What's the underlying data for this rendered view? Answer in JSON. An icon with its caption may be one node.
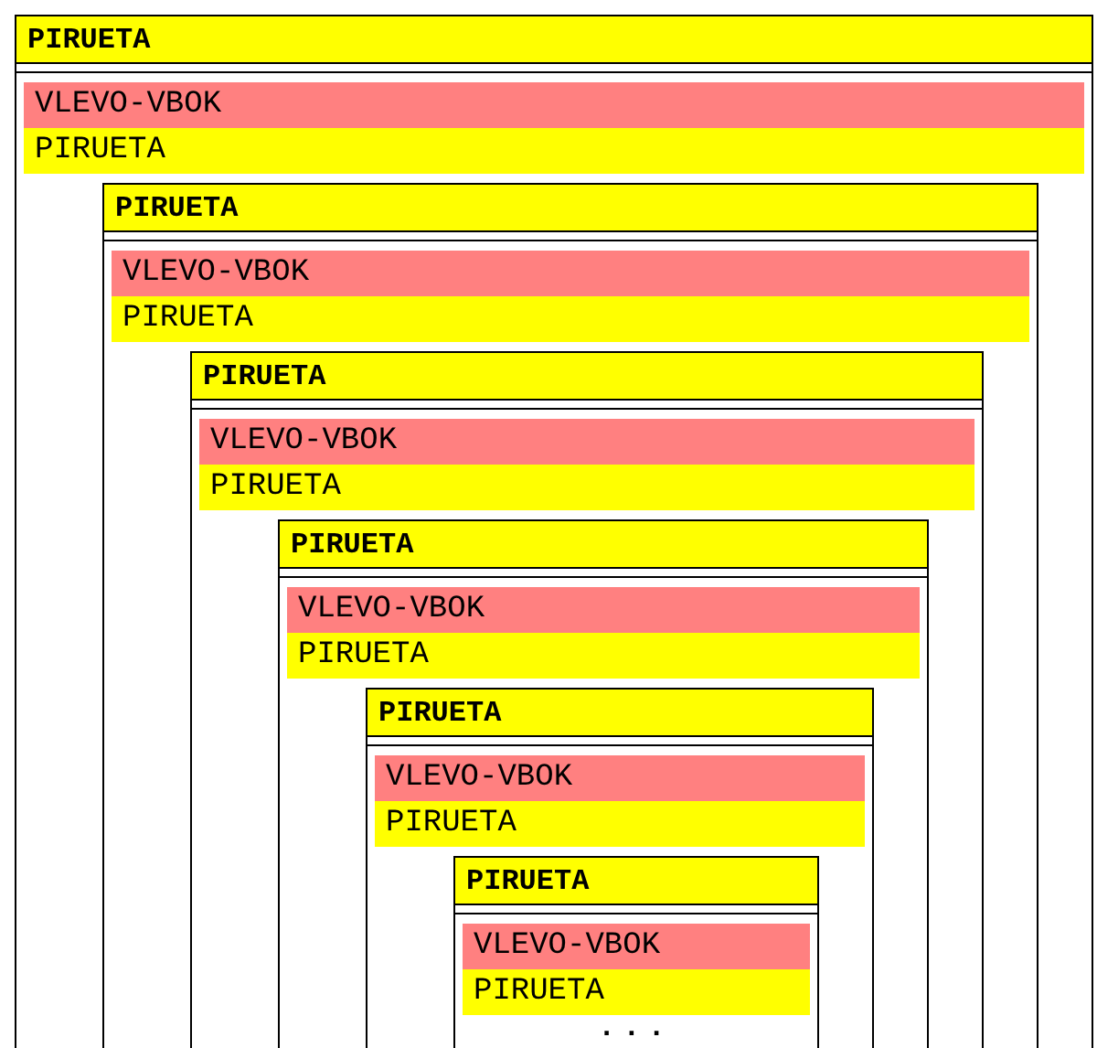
{
  "diagram": {
    "nodes": [
      {
        "text": [
          "PIRUETA"
        ]
      },
      {
        "text": [
          "VLEVO-VBOK"
        ],
        "in": 0
      },
      {
        "text": [
          "PIRUETA"
        ],
        "in": 0
      },
      {
        "text": [
          "PIRUETA"
        ],
        "in": 0
      },
      {
        "text": [
          "VLEVO-VBOK"
        ],
        "in": 3
      },
      {
        "text": [
          "PIRUETA"
        ],
        "in": 3
      },
      {
        "text": [
          "PIRUETA"
        ],
        "in": 3
      },
      {
        "text": [
          "VLEVO-VBOK"
        ],
        "in": 6
      },
      {
        "text": [
          "PIRUETA"
        ],
        "in": 6
      },
      {
        "text": [
          "PIRUETA"
        ],
        "in": 6
      },
      {
        "text": [
          "VLEVO-VBOK"
        ],
        "in": 9
      },
      {
        "text": [
          "PIRUETA"
        ],
        "in": 9
      },
      {
        "text": [
          "PIRUETA"
        ],
        "in": 9
      },
      {
        "text": [
          "VLEVO-VBOK"
        ],
        "in": 12
      },
      {
        "text": [
          "PIRUETA"
        ],
        "in": 12
      },
      {
        "text": [
          "PIRUETA"
        ],
        "in": 12
      },
      {
        "text": [
          "VLEVO-VBOK"
        ],
        "in": 15
      },
      {
        "text": [
          "PIRUETA"
        ],
        "in": 15
      }
    ],
    "labels": [
      "..."
    ]
  }
}
